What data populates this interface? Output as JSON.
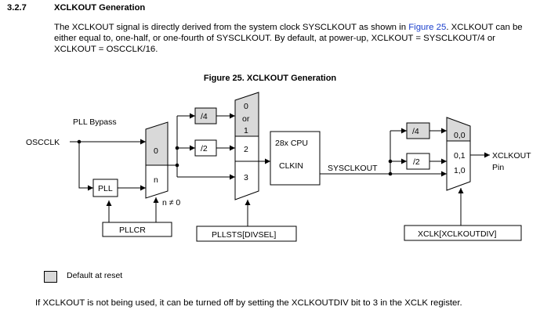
{
  "section": {
    "number": "3.2.7",
    "title": "XCLKOUT Generation"
  },
  "paragraph": {
    "part1": "The XCLKOUT signal is directly derived from the system clock SYSCLKOUT as shown in ",
    "link": "Figure 25",
    "part2": ". XCLKOUT can be either equal to, one-half, or one-fourth of SYSCLKOUT. By default, at power-up, XCLKOUT = SYSCLKOUT/4 or XCLKOUT = OSCCLK/16."
  },
  "figure": {
    "caption": "Figure 25. XCLKOUT Generation",
    "labels": {
      "pll_bypass": "PLL Bypass",
      "oscclk": "OSCCLK",
      "pll": "PLL",
      "pllcr": "PLLCR",
      "mux1_in0": "0",
      "mux1_inn": "n",
      "n_not_zero": "n ≠ 0",
      "div4a": "/4",
      "div2a": "/2",
      "mux2_in0": "0",
      "mux2_or": "or",
      "mux2_in1": "1",
      "mux2_in2": "2",
      "mux2_in3": "3",
      "pllsts": "PLLSTS[DIVSEL]",
      "cpu_title": "28x  CPU",
      "clkin": "CLKIN",
      "sysclkout": "SYSCLKOUT",
      "div4b": "/4",
      "div2b": "/2",
      "mux3_00": "0,0",
      "mux3_01": "0,1",
      "mux3_10": "1,0",
      "xclkout": "XCLKOUT",
      "pin": "Pin",
      "xclk_reg": "XCLK[XCLKOUTDIV]"
    },
    "colors": {
      "default_fill": "#d9d9d9",
      "line": "#000000"
    }
  },
  "legend": {
    "text": "Default at reset"
  },
  "footer": {
    "text": "If XCLKOUT is not being used, it can be turned off by setting the XCLKOUTDIV bit to 3 in the XCLK register."
  }
}
